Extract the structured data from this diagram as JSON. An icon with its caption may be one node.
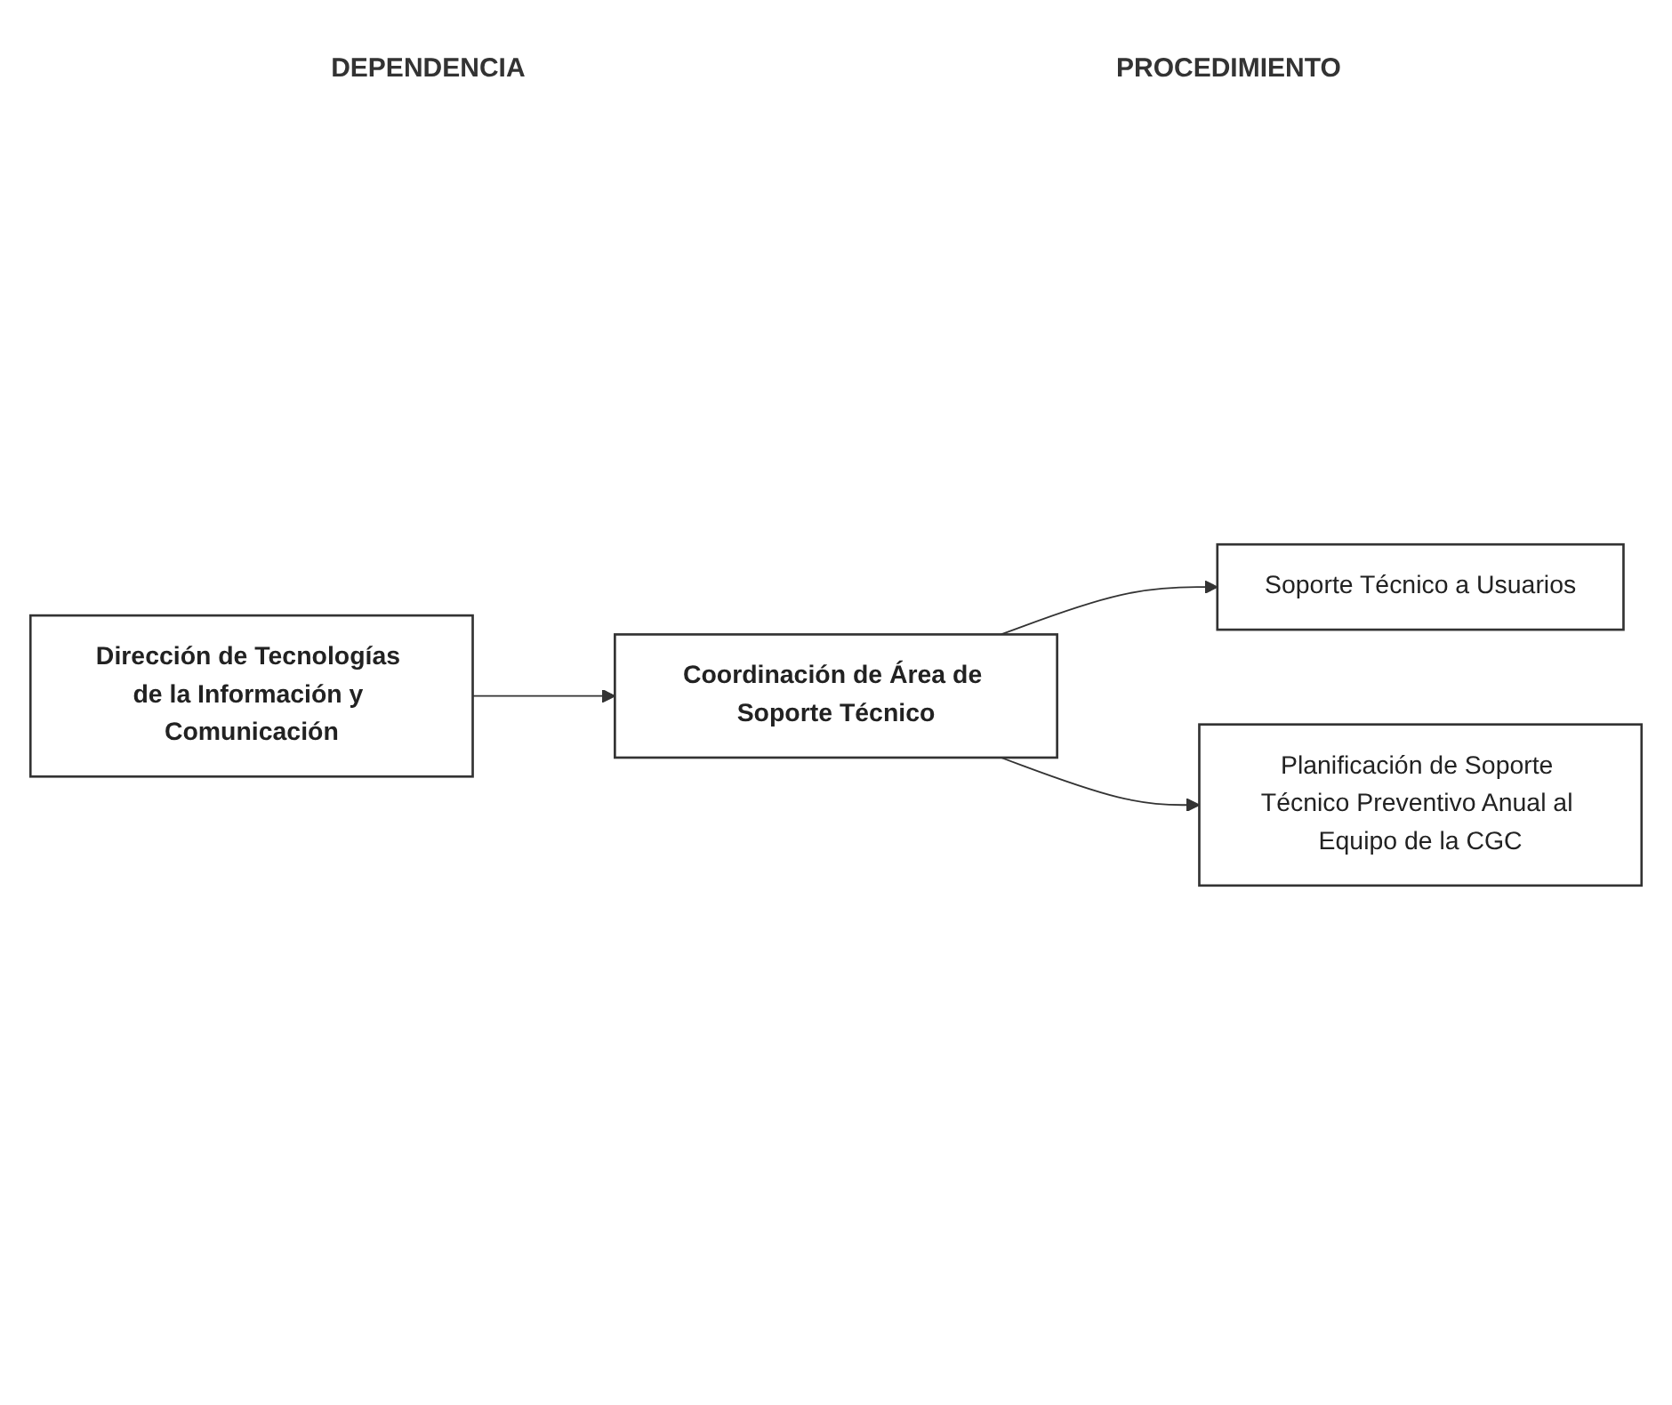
{
  "diagram": {
    "nodes": [
      {
        "text": [
          "Dirección de Tecnologías de la Información y Comunicación"
        ]
      },
      {
        "text": [
          "Coordinación de Área de Soporte Técnico"
        ]
      },
      {
        "text": [
          "Soporte Técnico a Usuarios"
        ]
      },
      {
        "text": [
          "Planificación de Soporte Técnico Preventivo Anual al Equipo de la CGC"
        ]
      }
    ],
    "edges": [
      {
        "from": 0,
        "to": 1,
        "arrow": "to"
      },
      {
        "from": 1,
        "to": 2,
        "arrow": "to"
      },
      {
        "from": 1,
        "to": 3,
        "arrow": "to"
      }
    ],
    "labels": [
      "DEPENDENCIA",
      "PROCEDIMIENTO"
    ]
  }
}
